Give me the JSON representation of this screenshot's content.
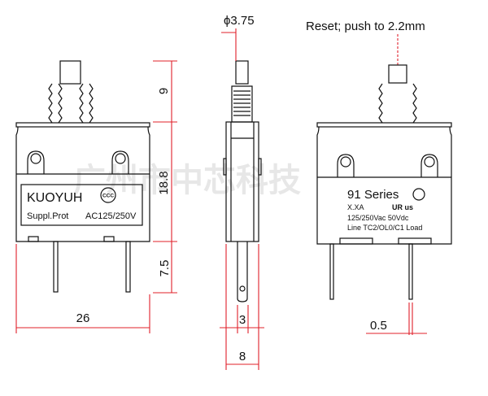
{
  "title": "Reset; push to 2.2mm",
  "watermark": "广州市中芯科技",
  "left_label": {
    "brand": "KUOYUH",
    "line2": "Suppl.Prot",
    "rating": "AC125/250V",
    "cert_mark": "CCC"
  },
  "right_label": {
    "series": "91 Series",
    "rating_code": "X.XA",
    "voltage": "125/250Vac 50Vdc",
    "terminals": "Line  TC2/OL0/C1 Load",
    "cert_mark": "UR us"
  },
  "dimensions": {
    "plunger_height": "9",
    "body_height": "18.8",
    "pin_length": "7.5",
    "width": "26",
    "plunger_diameter": "ϕ3.75",
    "pin_width": "3",
    "depth": "8",
    "pin_thickness": "0.5"
  },
  "colors": {
    "dimension": "#e0202a",
    "outline": "#111111"
  }
}
